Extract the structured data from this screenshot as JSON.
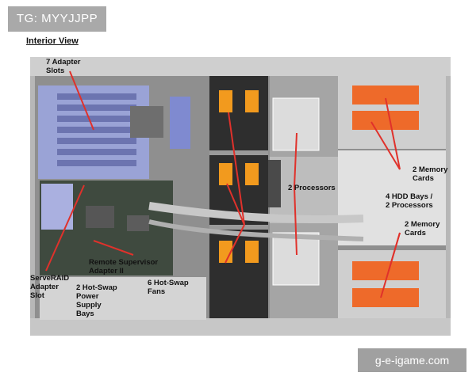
{
  "tag": "TG: MYYJJPP",
  "heading": "Interior View",
  "watermark": "g-e-igame.com",
  "labels": {
    "adapter_slots": "7 Adapter\nSlots",
    "memory_cards_top": "2 Memory\nCards",
    "processors_top": "2 Processors",
    "hdd_bays": "4 HDD Bays /\n2 Processors",
    "memory_cards_bottom": "2 Memory\nCards",
    "remote_supervisor": "Remote Supervisor\nAdapter II",
    "serveraid": "ServeRAID\nAdapter\nSlot",
    "power_supply": "2 Hot-Swap\nPower\nSupply\nBays",
    "fans": "6 Hot-Swap\nFans"
  },
  "colors": {
    "arrow": "#e0312b",
    "fan_handle": "#f29a1e",
    "memory_card": "#ee6a2a",
    "adapter_cage": "#9aa3d6"
  }
}
